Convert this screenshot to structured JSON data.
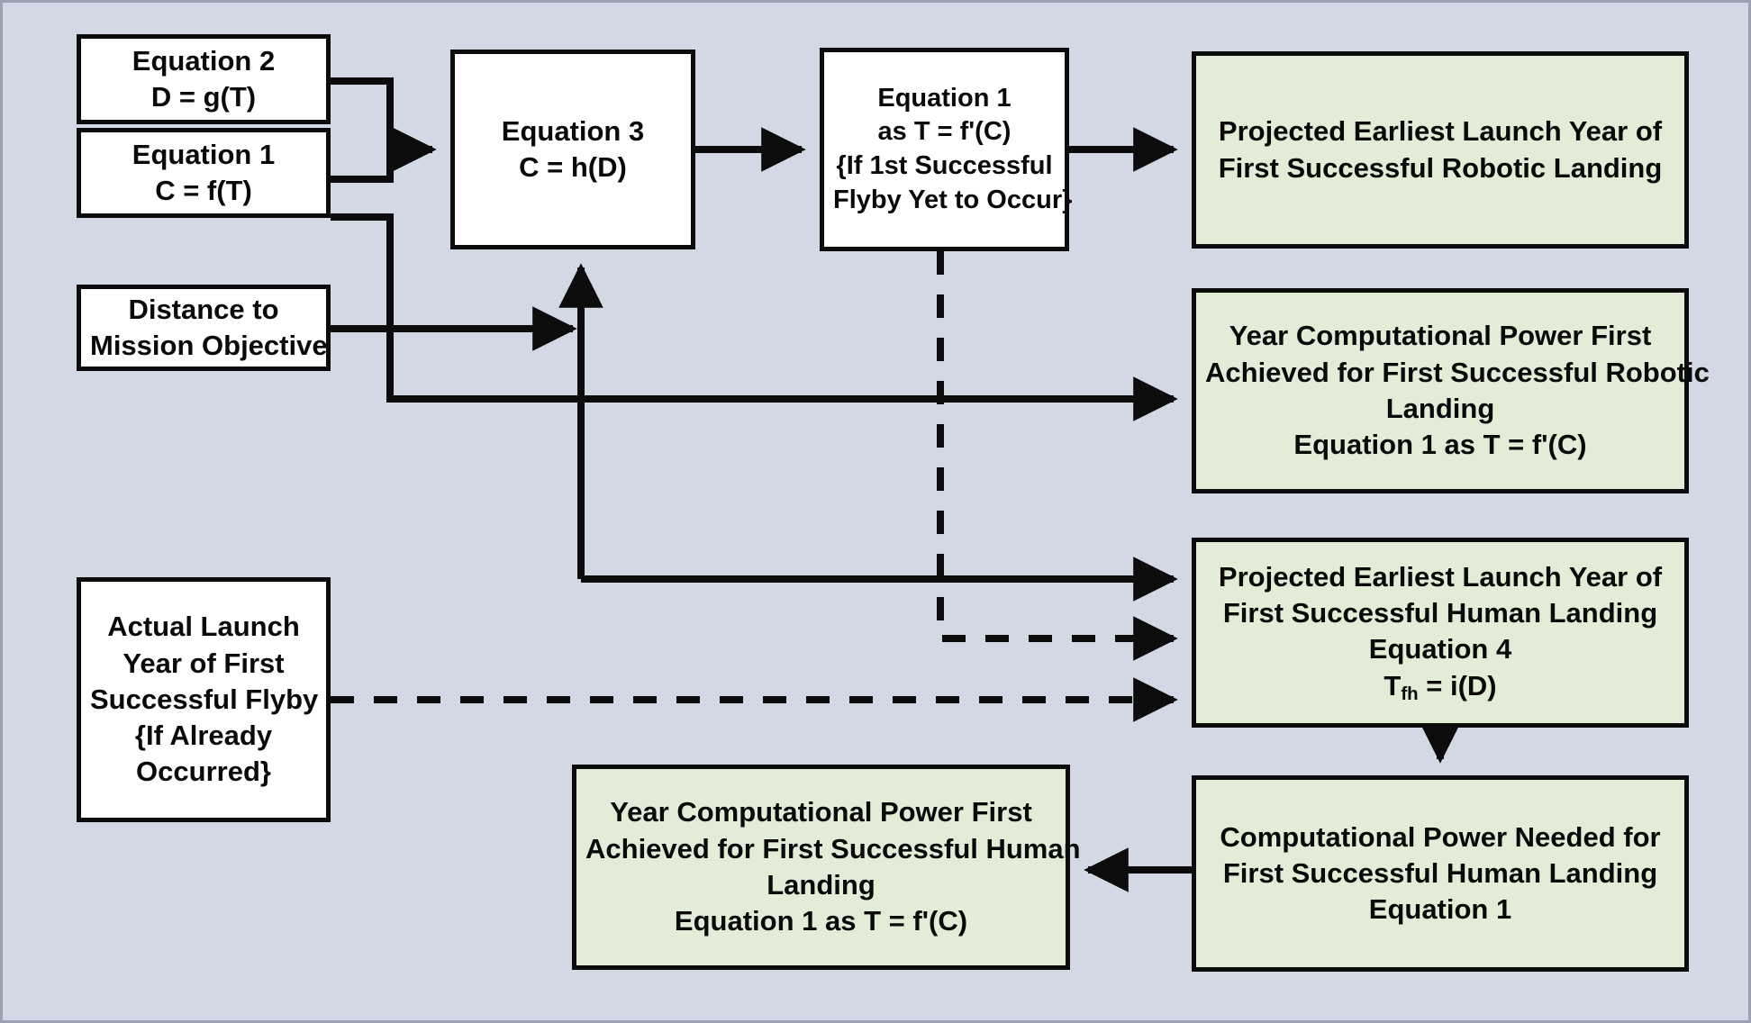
{
  "diagram": {
    "title": "Mission Landing Projection Flowchart",
    "background_color": "#d3d9e4",
    "input_box_color": "#ffffff",
    "output_box_color": "#e3ecd6",
    "line_color": "#0c0c0c"
  },
  "nodes": {
    "equation_2": {
      "id": "equation-2",
      "kind": "input",
      "lines": [
        "Equation 2",
        "D = g(T)"
      ]
    },
    "equation_1": {
      "id": "equation-1",
      "kind": "input",
      "lines": [
        "Equation 1",
        "C = f(T)"
      ]
    },
    "distance": {
      "id": "distance-to-mission-objective",
      "kind": "input",
      "lines": [
        "Distance to",
        "Mission Objective"
      ]
    },
    "actual_flyby": {
      "id": "actual-launch-year-first-successful-flyby",
      "kind": "input",
      "lines": [
        "Actual Launch",
        "Year of First",
        "Successful Flyby",
        "{If Already",
        "Occurred}"
      ]
    },
    "equation_3": {
      "id": "equation-3",
      "kind": "process",
      "lines": [
        "Equation 3",
        "C = h(D)"
      ]
    },
    "equation_1_inverse": {
      "id": "equation-1-as-t-f-prime-c",
      "kind": "process",
      "lines": [
        "Equation 1",
        "as T = f'(C)",
        "{If 1st Successful",
        "Flyby Yet to Occur}"
      ]
    },
    "out_robotic_launch_year": {
      "id": "projected-earliest-launch-year-robotic-landing",
      "kind": "output",
      "lines": [
        "Projected Earliest Launch Year of",
        "First Successful Robotic Landing"
      ]
    },
    "out_robotic_compute_year": {
      "id": "year-computational-power-first-achieved-robotic-landing",
      "kind": "output",
      "lines": [
        "Year Computational Power First",
        "Achieved for First Successful Robotic",
        "Landing",
        "Equation 1 as T = f'(C)"
      ]
    },
    "out_human_launch_year": {
      "id": "projected-earliest-launch-year-human-landing",
      "kind": "output",
      "lines": [
        "Projected Earliest Launch Year of",
        "First Successful Human Landing",
        "Equation 4"
      ],
      "formula_base": "T",
      "formula_sub": "fh",
      "formula_tail": " = i(D)"
    },
    "out_compute_needed_human": {
      "id": "computational-power-needed-human-landing",
      "kind": "output",
      "lines": [
        "Computational Power Needed for",
        "First Successful Human Landing",
        "Equation 1"
      ]
    },
    "out_human_compute_year": {
      "id": "year-computational-power-first-achieved-human-landing",
      "kind": "output",
      "lines": [
        "Year Computational Power First",
        "Achieved for First Successful Human",
        "Landing",
        "Equation 1 as T = f'(C)"
      ]
    }
  },
  "connectors": [
    {
      "name": "eq2-and-eq1-to-eq3",
      "style": "solid",
      "from": "equation_2 / equation_1",
      "to": "equation_3"
    },
    {
      "name": "eq3-to-eq1-inverse",
      "style": "solid",
      "from": "equation_3",
      "to": "equation_1_inverse"
    },
    {
      "name": "eq1-inverse-to-robotic-launch",
      "style": "solid",
      "from": "equation_1_inverse",
      "to": "out_robotic_launch_year"
    },
    {
      "name": "distance-to-eq3-riser",
      "style": "solid",
      "from": "distance",
      "to": "equation_3"
    },
    {
      "name": "eq1-to-robotic-compute-year",
      "style": "solid",
      "from": "equation_1",
      "to": "out_robotic_compute_year"
    },
    {
      "name": "riser-to-human-launch-year",
      "style": "solid",
      "from": "equation_3 riser",
      "to": "out_human_launch_year"
    },
    {
      "name": "eq1-inverse-dashed-to-human",
      "style": "dashed",
      "from": "equation_1_inverse",
      "to": "out_human_launch_year"
    },
    {
      "name": "actual-flyby-dashed-to-human",
      "style": "dashed",
      "from": "actual_flyby",
      "to": "out_human_launch_year"
    },
    {
      "name": "human-launch-to-compute-needed",
      "style": "solid",
      "from": "out_human_launch_year",
      "to": "out_compute_needed_human"
    },
    {
      "name": "compute-needed-to-human-compute",
      "style": "solid",
      "from": "out_compute_needed_human",
      "to": "out_human_compute_year"
    }
  ]
}
